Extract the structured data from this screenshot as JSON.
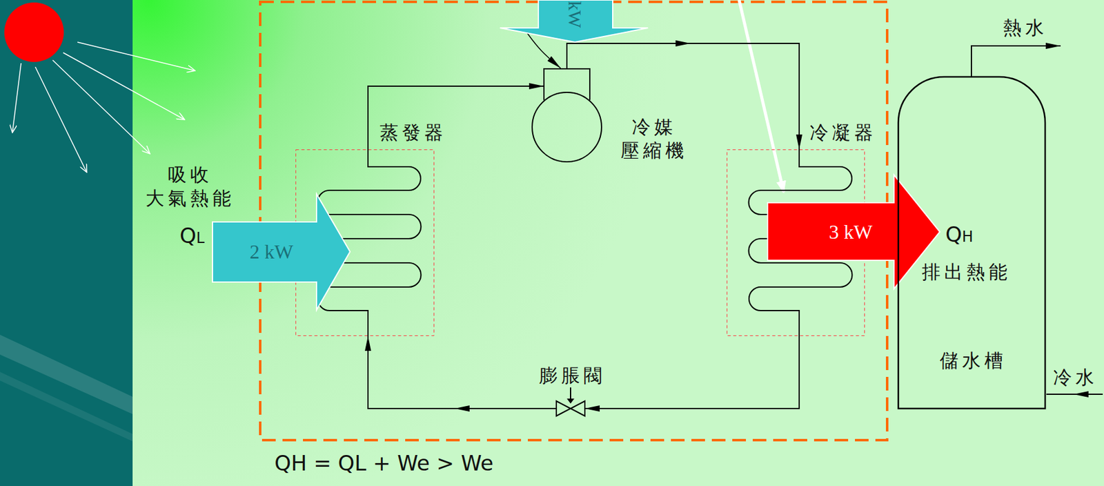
{
  "diagram": {
    "nodes": [
      {
        "text": [
          "kW"
        ]
      },
      {
        "text": [
          "蒸發器"
        ]
      },
      {
        "text": [
          "冷媒 壓縮機"
        ]
      },
      {
        "text": [
          "冷凝器"
        ]
      },
      {
        "text": [
          "2 kW"
        ]
      },
      {
        "text": [
          "3 kW"
        ]
      },
      {
        "text": [
          "儲水槽"
        ]
      },
      {
        "text": [
          "膨脹閥"
        ]
      }
    ],
    "edges": [
      {
        "from": 1,
        "to": 2,
        "arrow": "to"
      },
      {
        "from": 2,
        "to": 3,
        "arrow": "to"
      },
      {
        "from": 3,
        "to": 7,
        "arrow": "to"
      },
      {
        "from": 7,
        "to": 1,
        "arrow": "to"
      },
      {
        "from": 0,
        "to": 2,
        "arrow": "to"
      }
    ],
    "labels": [
      "吸收 大氣熱能",
      "QL",
      "QH",
      "排出熱能",
      "熱水",
      "冷水",
      "QH = QL + We > We"
    ]
  }
}
